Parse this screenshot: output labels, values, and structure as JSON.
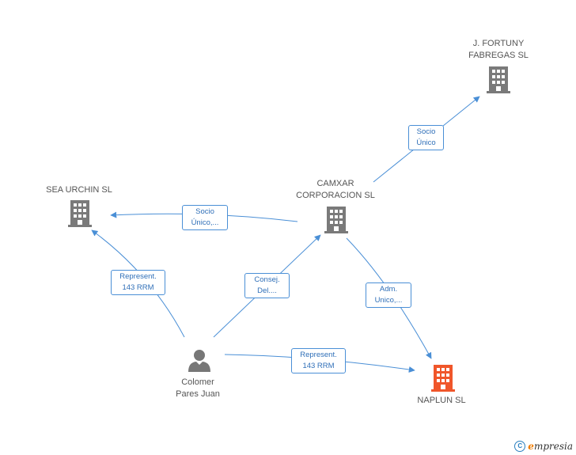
{
  "colors": {
    "edge": "#4a8fd6",
    "company": "#7a7a7a",
    "company_highlight": "#f0562a",
    "person": "#777777",
    "label_text": "#555555"
  },
  "nodes": {
    "fortuny": {
      "lines": [
        "J.  FORTUNY",
        "FABREGAS SL"
      ],
      "icon": "building-icon"
    },
    "camxar": {
      "lines": [
        "CAMXAR",
        "CORPORACION SL"
      ],
      "icon": "building-icon"
    },
    "seaurchin": {
      "lines": [
        "SEA URCHIN SL"
      ],
      "icon": "building-icon"
    },
    "naplun": {
      "lines": [
        "NAPLUN SL"
      ],
      "icon": "building-icon-highlight"
    },
    "colomer": {
      "lines": [
        "Colomer",
        "Pares Juan"
      ],
      "icon": "person-icon"
    }
  },
  "edges": [
    {
      "id": "camxar-fortuny",
      "lines": [
        "Socio",
        "Único"
      ]
    },
    {
      "id": "camxar-seaurchin",
      "lines": [
        "Socio",
        "Único,..."
      ]
    },
    {
      "id": "colomer-seaurchin",
      "lines": [
        "Represent.",
        "143 RRM"
      ]
    },
    {
      "id": "colomer-camxar",
      "lines": [
        "Consej.",
        "Del...."
      ]
    },
    {
      "id": "camxar-naplun",
      "lines": [
        "Adm.",
        "Unico,..."
      ]
    },
    {
      "id": "colomer-naplun",
      "lines": [
        "Represent.",
        "143 RRM"
      ]
    }
  ],
  "footer": {
    "copyright_symbol": "C",
    "brand_initial": "e",
    "brand_rest": "mpresia"
  }
}
